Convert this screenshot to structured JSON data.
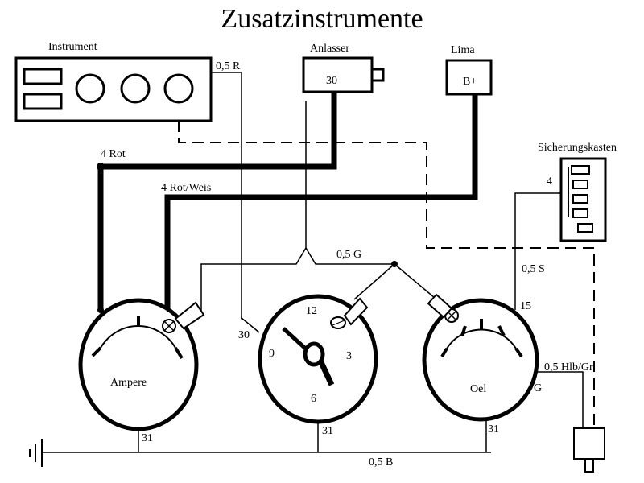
{
  "title": "Zusatzinstrumente",
  "components": {
    "instrument": "Instrument",
    "anlasser": "Anlasser",
    "anlasser_terminal": "30",
    "lima": "Lima",
    "lima_terminal": "B+",
    "sicherungskasten": "Sicherungskasten",
    "sicherung_terminal": "4"
  },
  "wires": {
    "w_0_5_r": "0,5 R",
    "w_4_rot": "4 Rot",
    "w_4_rot_weis": "4 Rot/Weis",
    "w_0_5_g": "0,5 G",
    "w_0_5_s": "0,5 S",
    "w_0_5_hlb_gr": "0,5 Hlb/Gr",
    "w_0_5_b": "0,5 B"
  },
  "gauges": {
    "ampere": {
      "label": "Ampere",
      "ground": "31"
    },
    "clock": {
      "n12": "12",
      "n3": "3",
      "n6": "6",
      "n9": "9",
      "terminal": "30",
      "ground": "31"
    },
    "oel": {
      "label": "Oel",
      "terminal_15": "15",
      "terminal_g": "G",
      "ground": "31"
    }
  },
  "colors": {
    "line": "#000000",
    "background": "#ffffff"
  }
}
